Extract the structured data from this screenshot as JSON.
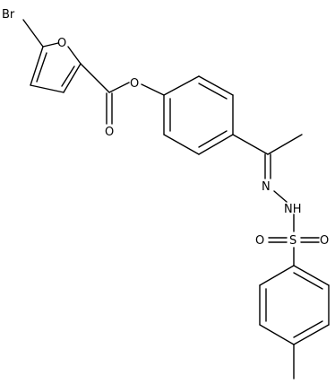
{
  "molecule": {
    "atoms": {
      "br": "Br",
      "o_furan": "O",
      "o_ester_carbonyl": "O",
      "o_ester": "O",
      "n_imine": "N",
      "n_h": "NH",
      "s": "S",
      "o_sulfonyl_left": "O",
      "o_sulfonyl_right": "O"
    }
  }
}
